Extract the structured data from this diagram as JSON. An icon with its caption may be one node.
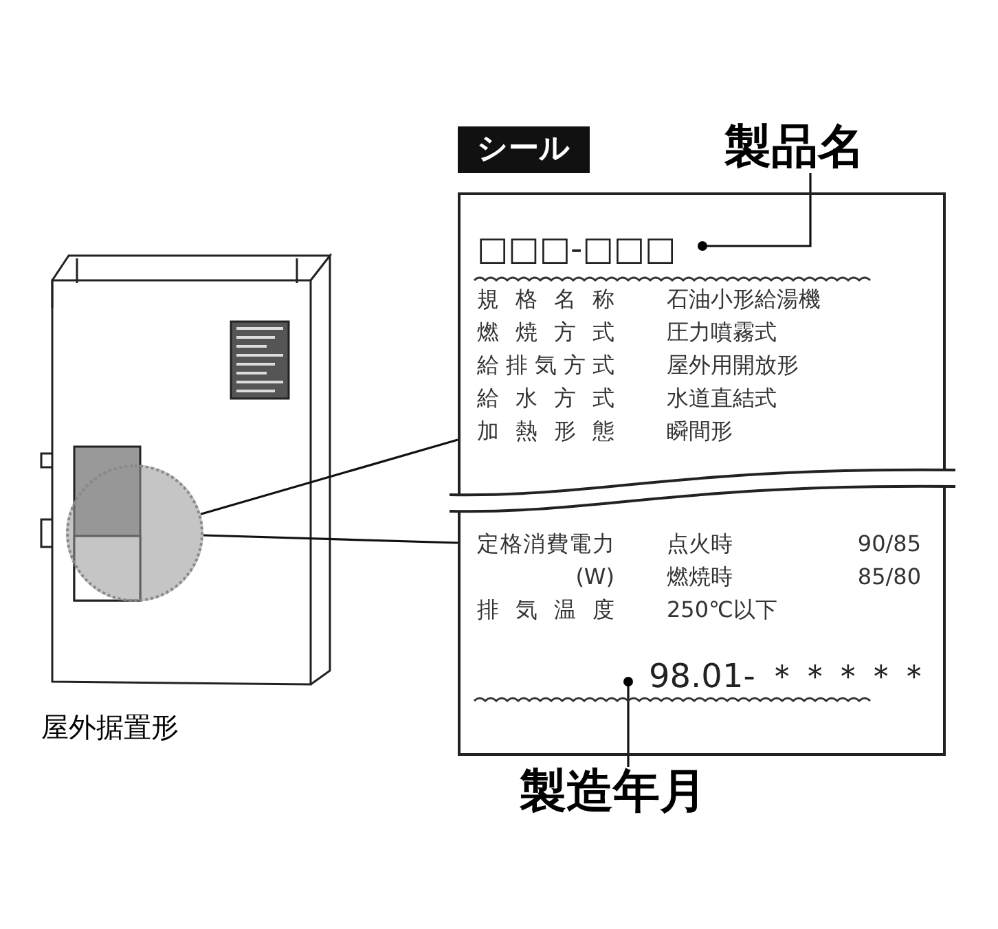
{
  "diagram": {
    "nodes": [
      {
        "text": [
          "シール"
        ]
      },
      {
        "text": [
          "□□□-□□□"
        ],
        "in": 0
      },
      {
        "text": [
          "製品名"
        ]
      },
      {
        "text": [
          "98.01- ＊＊＊＊＊"
        ],
        "in": 0
      },
      {
        "text": [
          "製造年月"
        ]
      },
      {
        "text": [],
        "shape": "picture",
        "beside": [
          "屋外据置形"
        ]
      },
      {
        "text": [],
        "shape": "circle",
        "in": 5
      }
    ],
    "edges": [
      {
        "from": 2,
        "to": 1,
        "arrow": "other"
      },
      {
        "from": 4,
        "to": 3,
        "arrow": "other"
      },
      {
        "from": 6,
        "to": 0,
        "arrow": "none"
      },
      {
        "from": 6,
        "to": 0,
        "arrow": "none"
      }
    ],
    "labels": [
      "規格名称",
      "石油小形給湯機",
      "燃焼方式",
      "圧力噴霧式",
      "給排気方式",
      "屋外用開放形",
      "給水方式",
      "水道直結式",
      "加熱形態",
      "瞬間形",
      "定格消費電力",
      "点火時",
      "90/85",
      "(W)",
      "燃焼時",
      "85/80",
      "排気温度",
      "250℃以下"
    ]
  }
}
